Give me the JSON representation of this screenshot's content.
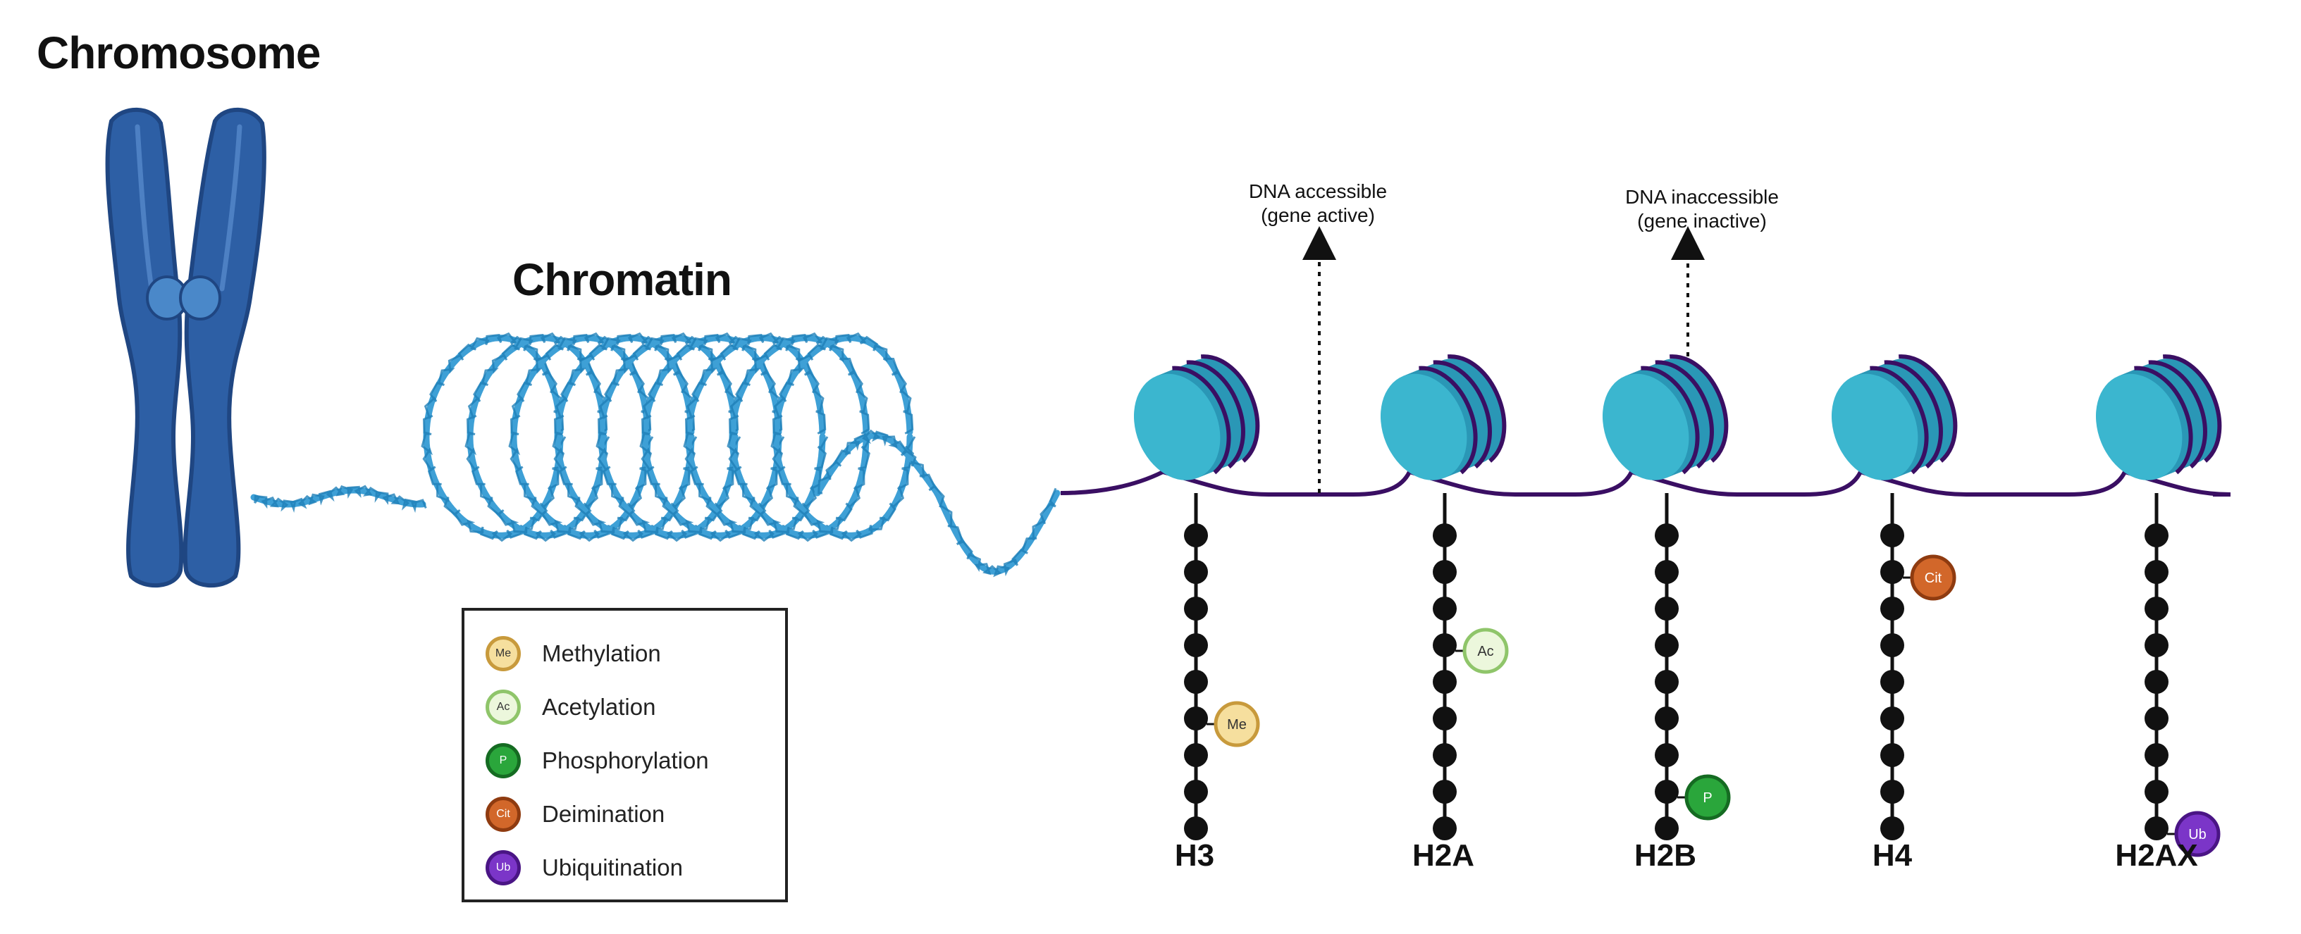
{
  "titles": {
    "chromosome": "Chromosome",
    "chromatin": "Chromatin"
  },
  "annotations": [
    {
      "line1": "DNA accessible",
      "line2": "(gene active)"
    },
    {
      "line1": "DNA inaccessible",
      "line2": "(gene inactive)"
    }
  ],
  "histones": [
    {
      "label": "H3",
      "mark": "Me",
      "bead_index": 5
    },
    {
      "label": "H2A",
      "mark": "Ac",
      "bead_index": 3
    },
    {
      "label": "H2B",
      "mark": "P",
      "bead_index": 7
    },
    {
      "label": "H4",
      "mark": "Cit",
      "bead_index": 1
    },
    {
      "label": "H2AX",
      "mark": "Ub",
      "bead_index": 8
    }
  ],
  "legend": [
    {
      "badge": "Me",
      "label": "Methylation",
      "fill": "#f6df9e",
      "stroke": "#c89a3c",
      "text_color": "#333333"
    },
    {
      "badge": "Ac",
      "label": "Acetylation",
      "fill": "#ecf7dc",
      "stroke": "#8fc56a",
      "text_color": "#333333"
    },
    {
      "badge": "P",
      "label": "Phosphorylation",
      "fill": "#2aa63b",
      "stroke": "#156b22",
      "text_color": "#ffffff"
    },
    {
      "badge": "Cit",
      "label": "Deimination",
      "fill": "#d2672a",
      "stroke": "#8f3b10",
      "text_color": "#ffffff"
    },
    {
      "badge": "Ub",
      "label": "Ubiquitination",
      "fill": "#7b35c8",
      "stroke": "#4a1585",
      "text_color": "#ffffff"
    }
  ],
  "colors": {
    "chromosome": "#2d5fa5",
    "chromosome_dark": "#1f4682",
    "centromere": "#4a88c9",
    "chromatin": "#3ea0d6",
    "nucleosome": "#3bb6cf",
    "nucleosome_dark": "#2a97b6",
    "dna": "#3a0f63",
    "tail": "#111111"
  }
}
